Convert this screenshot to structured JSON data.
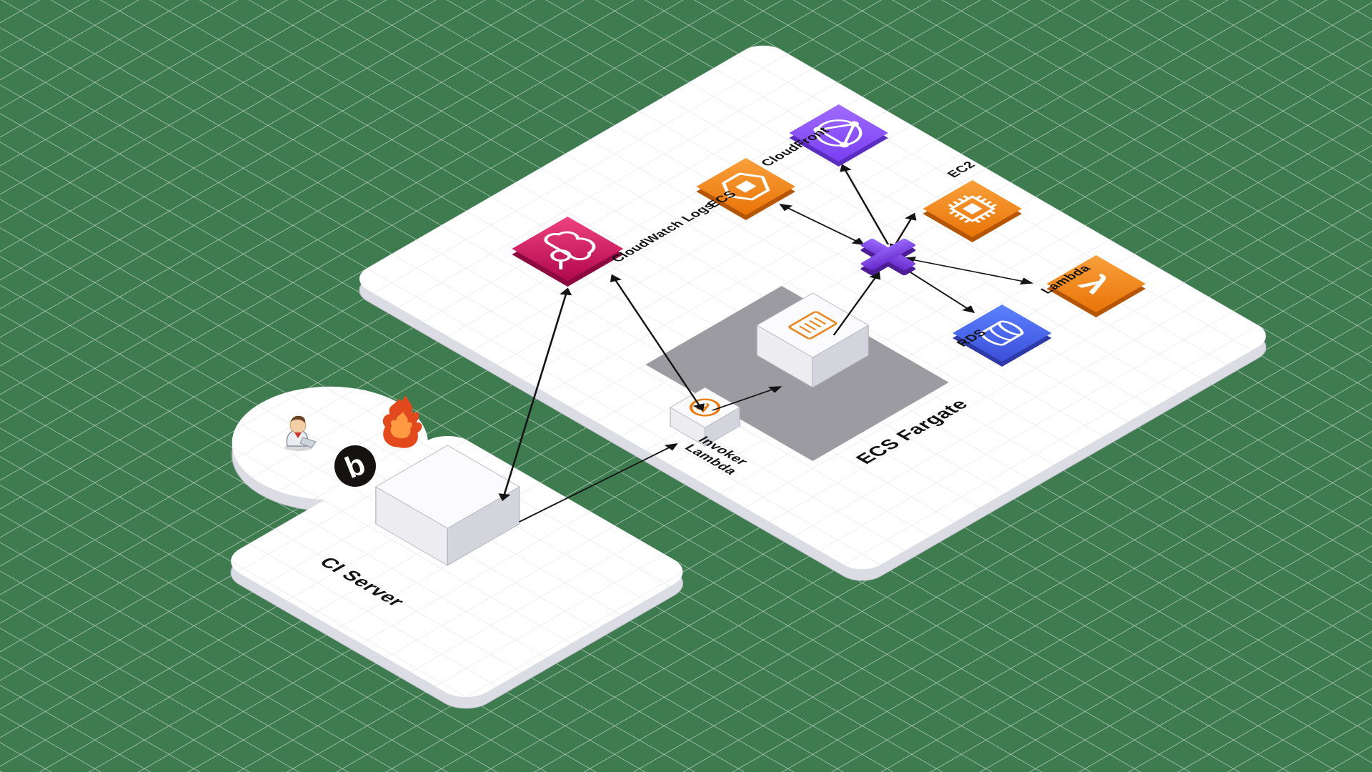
{
  "diagram": {
    "background_color": "#3e7c4f",
    "platform_color": "#ffffff",
    "zone_color": "#9b9ba1"
  },
  "labels": {
    "cloudwatch_logs": "CloudWatch Logs",
    "ecs": "ECS",
    "cloudfront": "CloudFront",
    "ec2": "EC2",
    "lambda": "Lambda",
    "rds": "RDS",
    "ecs_fargate": "ECS Fargate",
    "invoker_line1": "Invoker",
    "invoker_line2": "Lambda",
    "ci_server": "CI Server"
  },
  "glyphs": {
    "lambda": "λ",
    "b_logo": "b"
  },
  "icons": {
    "cloudwatch_logs": "cloud-magnifier-icon",
    "ecs": "hexagon-container-icon",
    "cloudfront": "globe-network-icon",
    "ec2": "chip-icon",
    "lambda": "lambda-icon",
    "rds": "database-icon",
    "fargate_task": "document-icon",
    "invoker_box": "lambda-circle-icon",
    "hub": "purple-cross-icon",
    "ci_logos": [
      "jenkins-mascot",
      "flame-logo",
      "b-logo"
    ]
  },
  "colors": {
    "cloudwatch_pink": "#D6186E",
    "aws_orange": "#ED7100",
    "cloudfront_purple": "#8C4FFF",
    "rds_blue": "#4455D2",
    "hub_purple": "#7C3AED",
    "arrow_black": "#141414"
  },
  "connections": [
    {
      "from": "cloudwatch-logs",
      "to": "ci-server-box",
      "bidirectional": true
    },
    {
      "from": "cloudwatch-logs",
      "to": "invoker-lambda-box",
      "bidirectional": true
    },
    {
      "from": "ci-server-box",
      "to": "invoker-lambda-box",
      "bidirectional": false
    },
    {
      "from": "invoker-lambda-box",
      "to": "fargate-task-box",
      "bidirectional": false
    },
    {
      "from": "fargate-task-box",
      "to": "purple-hub",
      "bidirectional": false
    },
    {
      "from": "purple-hub",
      "to": "ecs",
      "bidirectional": true
    },
    {
      "from": "purple-hub",
      "to": "cloudfront",
      "bidirectional": false
    },
    {
      "from": "purple-hub",
      "to": "ec2",
      "bidirectional": true
    },
    {
      "from": "purple-hub",
      "to": "lambda",
      "bidirectional": true
    },
    {
      "from": "purple-hub",
      "to": "rds",
      "bidirectional": true
    }
  ]
}
